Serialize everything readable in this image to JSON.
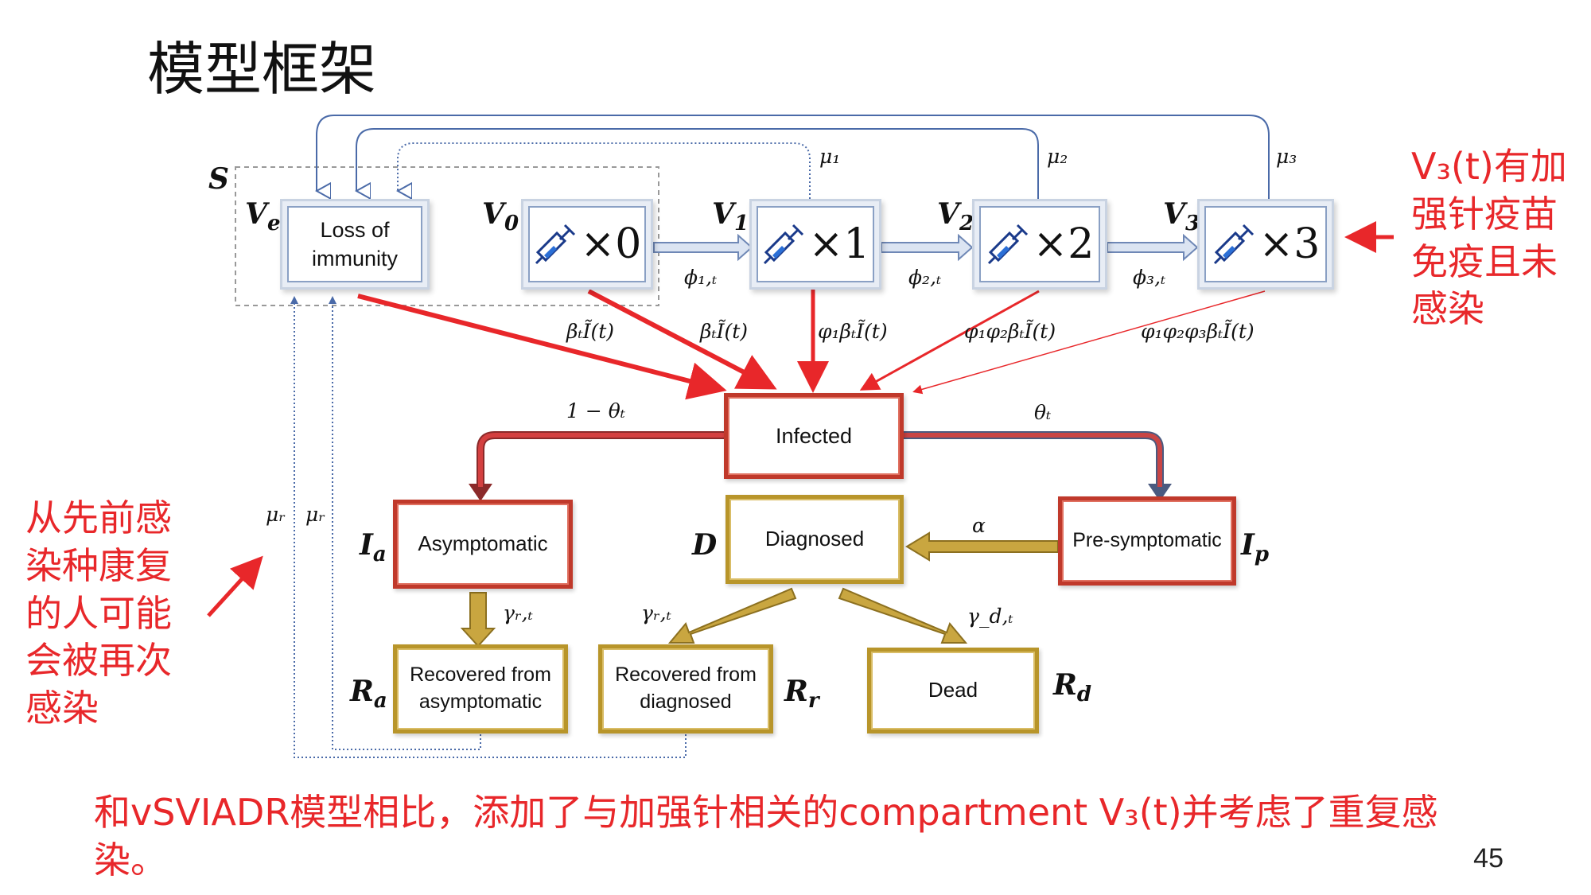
{
  "title": "模型框架",
  "page_number": "45",
  "group_label": "S",
  "compartments": {
    "Ve": {
      "symbol": "V",
      "sub": "e",
      "text": "Loss of immunity"
    },
    "V0": {
      "symbol": "V",
      "sub": "0",
      "mult": "×0"
    },
    "V1": {
      "symbol": "V",
      "sub": "1",
      "mult": "×1"
    },
    "V2": {
      "symbol": "V",
      "sub": "2",
      "mult": "×2"
    },
    "V3": {
      "symbol": "V",
      "sub": "3",
      "mult": "×3"
    },
    "infected": {
      "text": "Infected"
    },
    "Ia": {
      "symbol": "I",
      "sub": "a",
      "text": "Asymptomatic"
    },
    "D": {
      "symbol": "D",
      "text": "Diagnosed"
    },
    "Ip": {
      "symbol": "I",
      "sub": "p",
      "text": "Pre-symptomatic"
    },
    "Ra": {
      "symbol": "R",
      "sub": "a",
      "text": "Recovered from asymptomatic"
    },
    "Rr": {
      "symbol": "R",
      "sub": "r",
      "text": "Recovered from diagnosed"
    },
    "Rd": {
      "symbol": "R",
      "sub": "d",
      "text": "Dead"
    }
  },
  "rates": {
    "mu1": "μ₁",
    "mu2": "μ₂",
    "mu3": "μ₃",
    "phi1": "ϕ₁,ₜ",
    "phi2": "ϕ₂,ₜ",
    "phi3": "ϕ₃,ₜ",
    "inf_ve": "βₜĨ(t)",
    "inf_v0": "βₜĨ(t)",
    "inf_v1": "φ₁βₜĨ(t)",
    "inf_v2": "φ₁φ₂βₜĨ(t)",
    "inf_v3": "φ₁φ₂φ₃βₜĨ(t)",
    "one_minus_theta": "1 − θₜ",
    "theta": "θₜ",
    "alpha": "α",
    "gamma_ra": "γᵣ,ₜ",
    "gamma_rr": "γᵣ,ₜ",
    "gamma_d": "γ_d,ₜ",
    "mu_r1": "μᵣ",
    "mu_r2": "μᵣ"
  },
  "notes": {
    "right": "V₃(t)有加强针疫苗免疫且未感染",
    "left": "从先前感染种康复的人可能会被再次感染",
    "bottom": "和vSVIADR模型相比，添加了与加强针相关的compartment V₃(t)并考虑了重复感染。"
  },
  "colors": {
    "red": "#e8272a",
    "dark_red": "#c0392b",
    "gold": "#b8952a",
    "blue": "#4a6aa8"
  }
}
